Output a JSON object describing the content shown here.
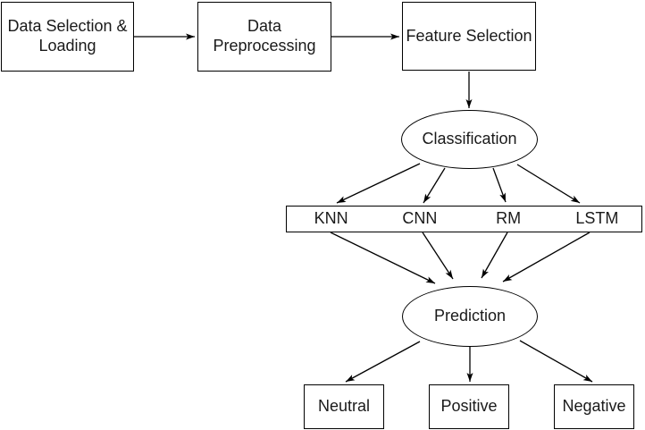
{
  "diagram": {
    "colors": {
      "background": "#ffffff",
      "stroke": "#000000",
      "text": "#1a1a1a"
    },
    "nodes": {
      "data_selection": {
        "shape": "rect",
        "label": "Data Selection &\nLoading"
      },
      "data_preprocessing": {
        "shape": "rect",
        "label": "Data\nPreprocessing"
      },
      "feature_selection": {
        "shape": "rect",
        "label": "Feature Selection"
      },
      "classification": {
        "shape": "ellipse",
        "label": "Classification"
      },
      "models": {
        "shape": "rect",
        "labels": [
          "KNN",
          "CNN",
          "RM",
          "LSTM"
        ]
      },
      "prediction": {
        "shape": "ellipse",
        "label": "Prediction"
      },
      "neutral": {
        "shape": "rect",
        "label": "Neutral"
      },
      "positive": {
        "shape": "rect",
        "label": "Positive"
      },
      "negative": {
        "shape": "rect",
        "label": "Negative"
      }
    },
    "edges": [
      {
        "from": "data_selection",
        "to": "data_preprocessing",
        "points": [
          [
            150,
            41
          ],
          [
            218,
            41
          ]
        ]
      },
      {
        "from": "data_preprocessing",
        "to": "feature_selection",
        "points": [
          [
            371,
            41
          ],
          [
            447,
            41
          ]
        ]
      },
      {
        "from": "feature_selection",
        "to": "classification",
        "points": [
          [
            525,
            80
          ],
          [
            525,
            121
          ]
        ]
      },
      {
        "from": "classification",
        "to": "knn",
        "points": [
          [
            470,
            183
          ],
          [
            377,
            227
          ]
        ]
      },
      {
        "from": "classification",
        "to": "cnn",
        "points": [
          [
            498,
            188
          ],
          [
            474,
            227
          ]
        ]
      },
      {
        "from": "classification",
        "to": "rm",
        "points": [
          [
            552,
            188
          ],
          [
            566,
            226
          ]
        ]
      },
      {
        "from": "classification",
        "to": "lstm",
        "points": [
          [
            579,
            184
          ],
          [
            649,
            227
          ]
        ]
      },
      {
        "from": "knn",
        "to": "prediction",
        "points": [
          [
            370,
            260
          ],
          [
            487,
            317
          ]
        ]
      },
      {
        "from": "cnn",
        "to": "prediction",
        "points": [
          [
            473,
            260
          ],
          [
            507,
            312
          ]
        ]
      },
      {
        "from": "rm",
        "to": "prediction",
        "points": [
          [
            568,
            260
          ],
          [
            539,
            311
          ]
        ]
      },
      {
        "from": "lstm",
        "to": "prediction",
        "points": [
          [
            660,
            260
          ],
          [
            563,
            315
          ]
        ]
      },
      {
        "from": "prediction",
        "to": "neutral",
        "points": [
          [
            470,
            382
          ],
          [
            387,
            427
          ]
        ]
      },
      {
        "from": "prediction",
        "to": "positive",
        "points": [
          [
            526,
            388
          ],
          [
            526,
            427
          ]
        ]
      },
      {
        "from": "prediction",
        "to": "negative",
        "points": [
          [
            582,
            381
          ],
          [
            663,
            427
          ]
        ]
      }
    ]
  }
}
